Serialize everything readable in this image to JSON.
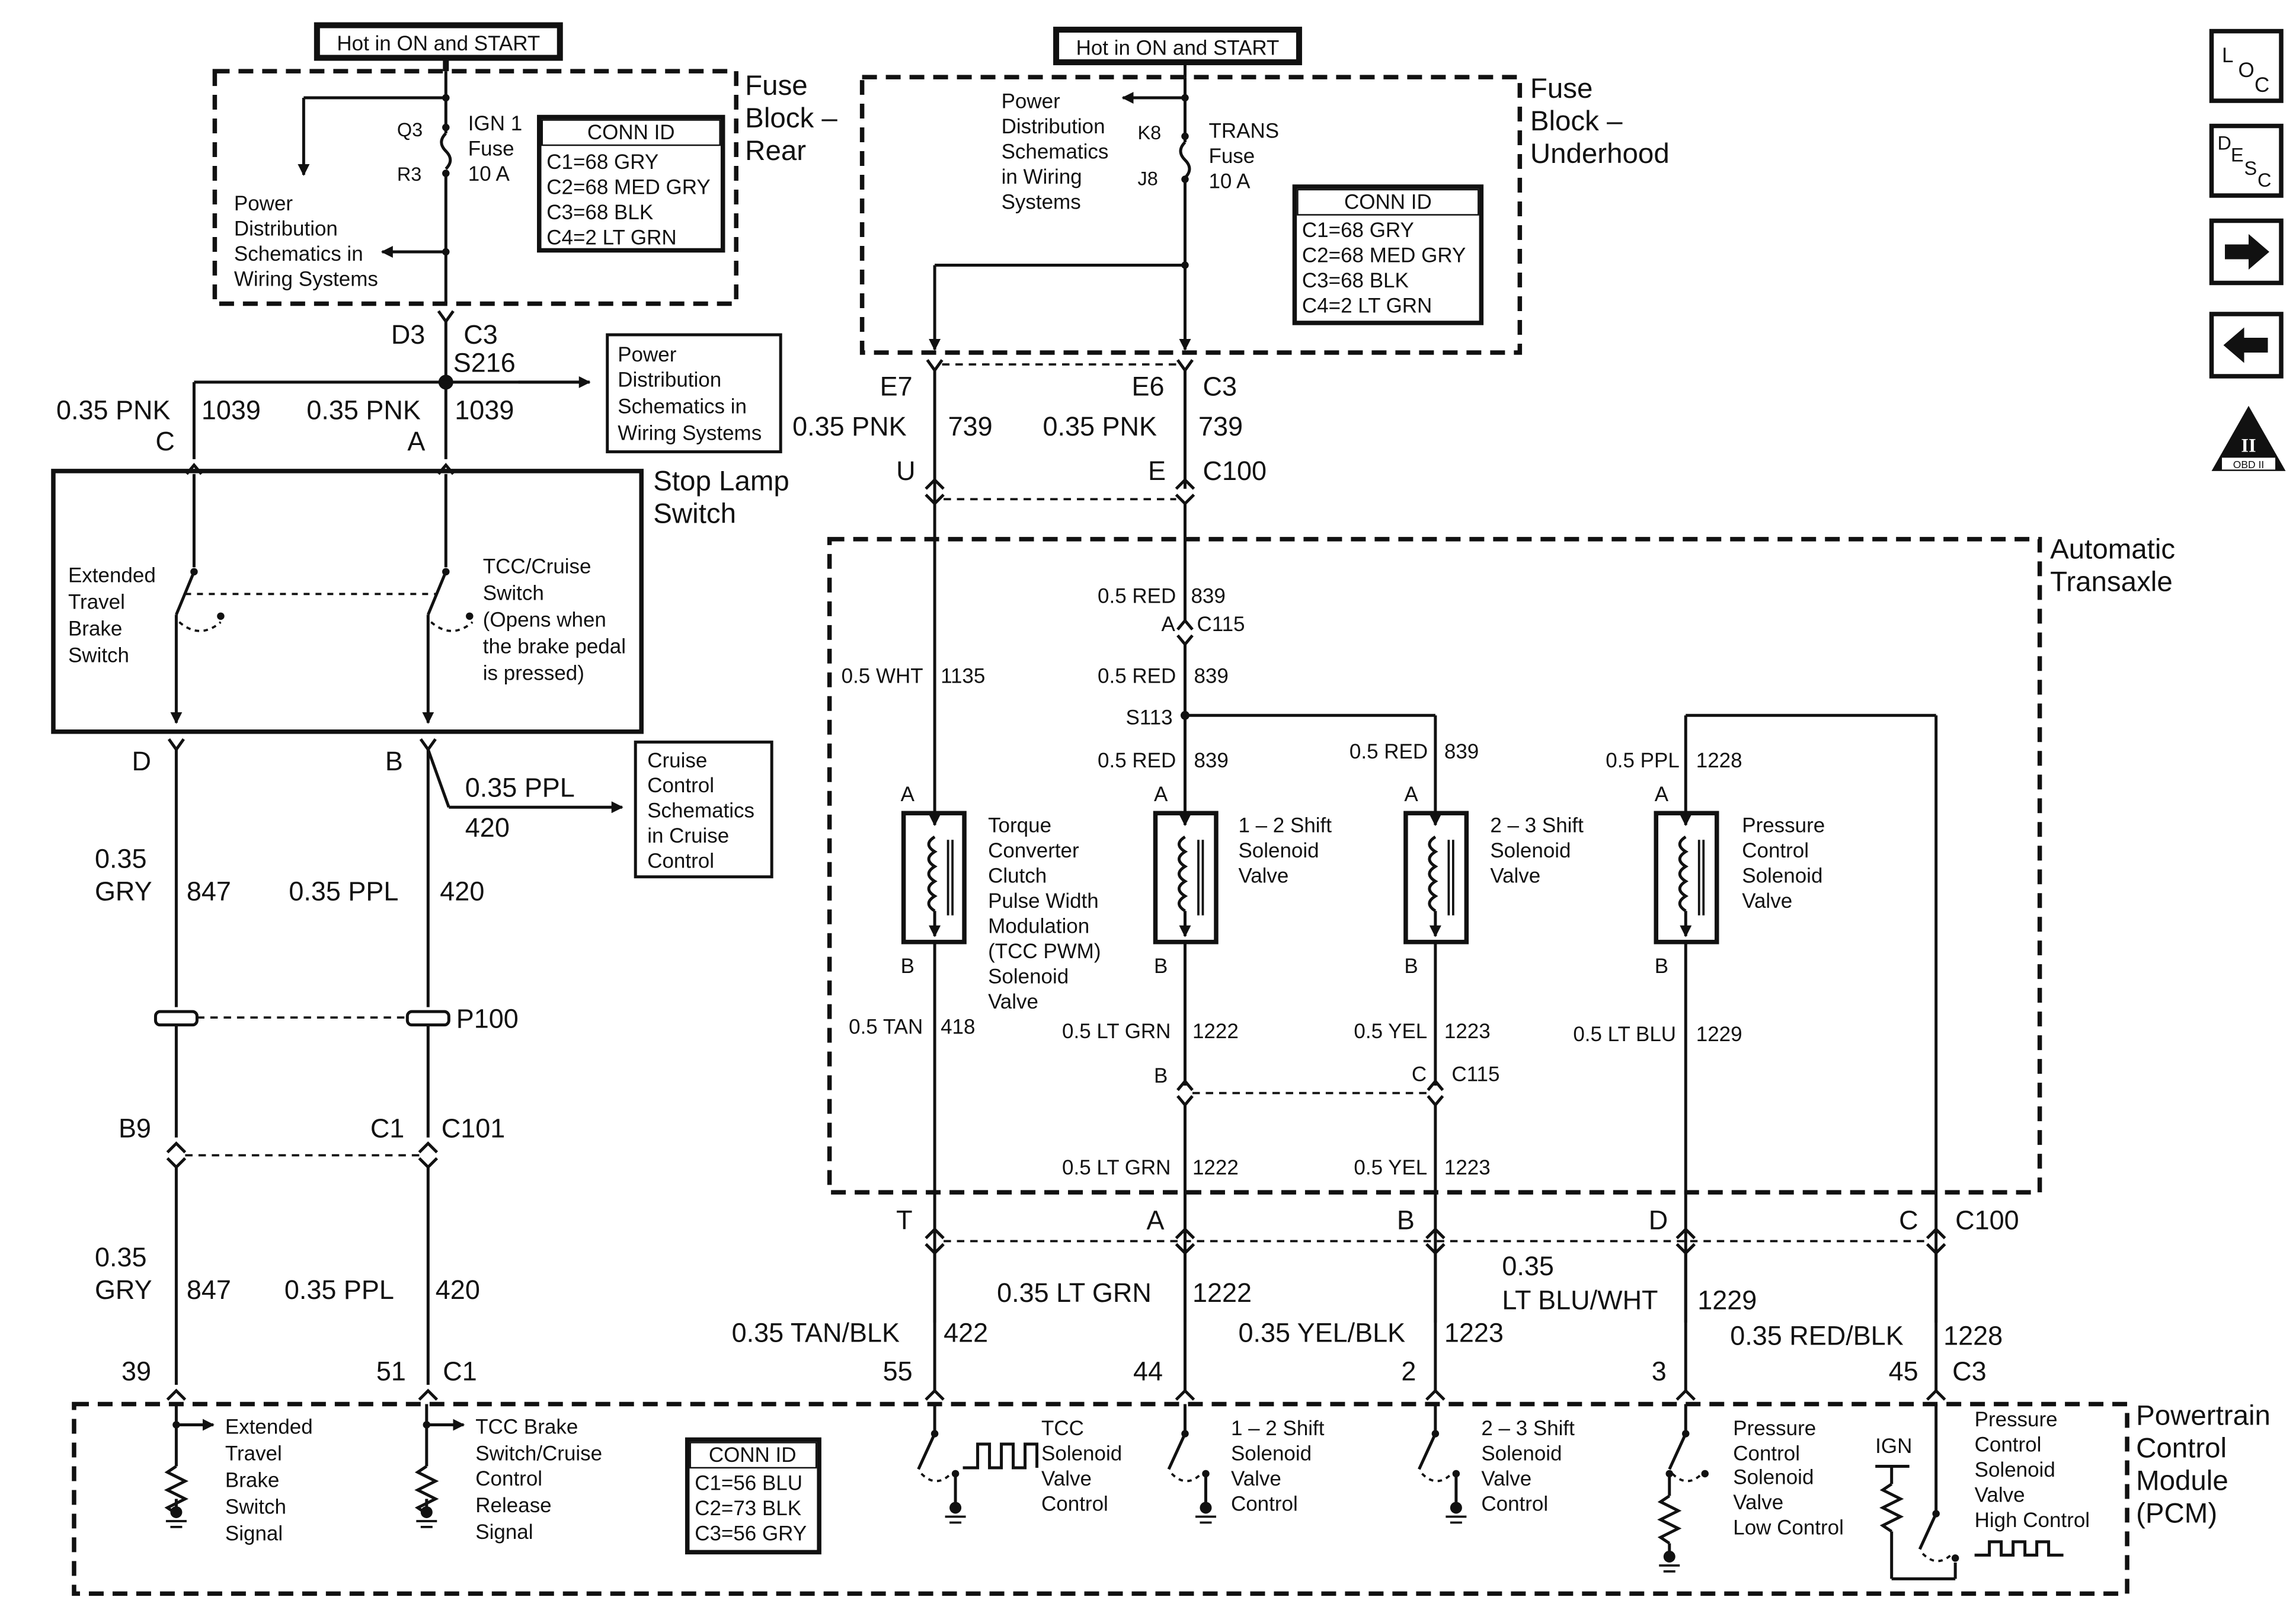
{
  "hot_labels": {
    "rear": "Hot in ON and START",
    "underhood": "Hot in ON and START"
  },
  "fuse_rear": {
    "title_1": "Fuse",
    "title_2": "Block –",
    "title_3": "Rear",
    "pin_top": "Q3",
    "pin_bottom": "R3",
    "fuse_1": "IGN 1",
    "fuse_2": "Fuse",
    "fuse_3": "10 A",
    "power_1": "Power",
    "power_2": "Distribution",
    "power_3": "Schematics in",
    "power_4": "Wiring Systems",
    "conn_title": "CONN ID",
    "conn": [
      "C1=68 GRY",
      "C2=68 MED GRY",
      "C3=68 BLK",
      "C4=2 LT GRN"
    ]
  },
  "fuse_underhood": {
    "title_1": "Fuse",
    "title_2": "Block –",
    "title_3": "Underhood",
    "pin_top": "K8",
    "pin_bottom": "J8",
    "fuse_1": "TRANS",
    "fuse_2": "Fuse",
    "fuse_3": "10 A",
    "power_1": "Power",
    "power_2": "Distribution",
    "power_3": "Schematics",
    "power_4": "in Wiring",
    "power_5": "Systems",
    "conn_title": "CONN ID",
    "conn": [
      "C1=68 GRY",
      "C2=68 MED GRY",
      "C3=68 BLK",
      "C4=2 LT GRN"
    ]
  },
  "left": {
    "d3": "D3",
    "c3": "C3",
    "s216": "S216",
    "pd_1": "Power",
    "pd_2": "Distribution",
    "pd_3": "Schematics in",
    "pd_4": "Wiring Systems",
    "wire_c_color": "0.35 PNK",
    "wire_c_num": "1039",
    "wire_a_color": "0.35 PNK",
    "wire_a_num": "1039",
    "pin_c": "C",
    "pin_a": "A",
    "stop_lamp_1": "Stop Lamp",
    "stop_lamp_2": "Switch",
    "ext_1": "Extended",
    "ext_2": "Travel",
    "ext_3": "Brake",
    "ext_4": "Switch",
    "tcc_1": "TCC/Cruise",
    "tcc_2": "Switch",
    "tcc_3": "(Opens when",
    "tcc_4": "the brake pedal",
    "tcc_5": "is pressed)",
    "pin_d": "D",
    "pin_b": "B",
    "cruise_wire_color": "0.35 PPL",
    "cruise_wire_num": "420",
    "cruise_1": "Cruise",
    "cruise_2": "Control",
    "cruise_3": "Schematics",
    "cruise_4": "in Cruise",
    "cruise_5": "Control",
    "gry_a": "0.35",
    "gry_b": "GRY",
    "gry_num": "847",
    "ppl_color": "0.35 PPL",
    "ppl_num": "420",
    "p100": "P100",
    "b9": "B9",
    "c1": "C1",
    "c101": "C101",
    "gry2_a": "0.35",
    "gry2_b": "GRY",
    "gry2_num": "847",
    "ppl2_color": "0.35 PPL",
    "ppl2_num": "420",
    "pin_39": "39",
    "pin_51": "51",
    "pin_c1": "C1"
  },
  "right": {
    "e7": "E7",
    "e6": "E6",
    "c3": "C3",
    "w1_color": "0.35 PNK",
    "w1_num": "739",
    "w2_color": "0.35 PNK",
    "w2_num": "739",
    "u": "U",
    "e": "E",
    "c100": "C100",
    "auto_1": "Automatic",
    "auto_2": "Transaxle",
    "red_top_color": "0.5 RED",
    "red_top_num": "839",
    "c115_a": "A",
    "c115": "C115",
    "wht_color": "0.5 WHT",
    "wht_num": "1135",
    "red2_color": "0.5 RED",
    "red2_num": "839",
    "s113": "S113",
    "red3_color": "0.5 RED",
    "red3_num": "839",
    "red4_color": "0.5 RED",
    "red4_num": "839",
    "ppl_color": "0.5 PPL",
    "ppl_num": "1228",
    "sol_pin_a": "A",
    "sol_pin_b": "B",
    "tcc_sol": [
      "Torque",
      "Converter",
      "Clutch",
      "Pulse Width",
      "Modulation",
      "(TCC PWM)",
      "Solenoid",
      "Valve"
    ],
    "s12_sol": [
      "1 – 2 Shift",
      "Solenoid",
      "Valve"
    ],
    "s23_sol": [
      "2 – 3 Shift",
      "Solenoid",
      "Valve"
    ],
    "pc_sol": [
      "Pressure",
      "Control",
      "Solenoid",
      "Valve"
    ],
    "tan_color": "0.5 TAN",
    "tan_num": "418",
    "ltgrn_color": "0.5 LT GRN",
    "ltgrn_num": "1222",
    "yel_color": "0.5 YEL",
    "yel_num": "1223",
    "ltblu_color": "0.5 LT BLU",
    "ltblu_num": "1229",
    "c115_b": "B",
    "c115_c": "C",
    "c115_2": "C115",
    "ltgrn2_color": "0.5 LT GRN",
    "ltgrn2_num": "1222",
    "yel2_color": "0.5 YEL",
    "yel2_num": "1223",
    "c100_t": "T",
    "c100_a": "A",
    "c100_b": "B",
    "c100_d": "D",
    "c100_c": "C",
    "c100_2": "C100",
    "p_ltgrn_color": "0.35 LT GRN",
    "p_ltgrn_num": "1222",
    "p_ltblu_a": "0.35",
    "p_ltblu_b": "LT BLU/WHT",
    "p_ltblu_num": "1229",
    "p_tan_color": "0.35 TAN/BLK",
    "p_tan_num": "422",
    "p_yel_color": "0.35 YEL/BLK",
    "p_yel_num": "1223",
    "p_red_color": "0.35 RED/BLK",
    "p_red_num": "1228",
    "pin_55": "55",
    "pin_44": "44",
    "pin_2": "2",
    "pin_3": "3",
    "pin_45": "45",
    "pin_c3": "C3"
  },
  "pcm": {
    "title_1": "Powertrain",
    "title_2": "Control",
    "title_3": "Module",
    "title_4": "(PCM)",
    "ext": [
      "Extended",
      "Travel",
      "Brake",
      "Switch",
      "Signal"
    ],
    "tcc_brake": [
      "TCC Brake",
      "Switch/Cruise",
      "Control",
      "Release",
      "Signal"
    ],
    "conn_title": "CONN ID",
    "conn": [
      "C1=56 BLU",
      "C2=73 BLK",
      "C3=56 GRY"
    ],
    "tcc_ctrl": [
      "TCC",
      "Solenoid",
      "Valve",
      "Control"
    ],
    "s12_ctrl": [
      "1 – 2 Shift",
      "Solenoid",
      "Valve",
      "Control"
    ],
    "s23_ctrl": [
      "2 – 3 Shift",
      "Solenoid",
      "Valve",
      "Control"
    ],
    "pc_low": [
      "Pressure",
      "Control",
      "Solenoid",
      "Valve",
      "Low Control"
    ],
    "ign": "IGN",
    "pc_high": [
      "Pressure",
      "Control",
      "Solenoid",
      "Valve",
      "High Control"
    ]
  },
  "nav": {
    "loc_1": "L",
    "loc_2": "O",
    "loc_3": "C",
    "desc_1": "D",
    "desc_2": "E",
    "desc_3": "S",
    "desc_4": "C",
    "obd_1": "II",
    "obd_2": "OBD II"
  }
}
